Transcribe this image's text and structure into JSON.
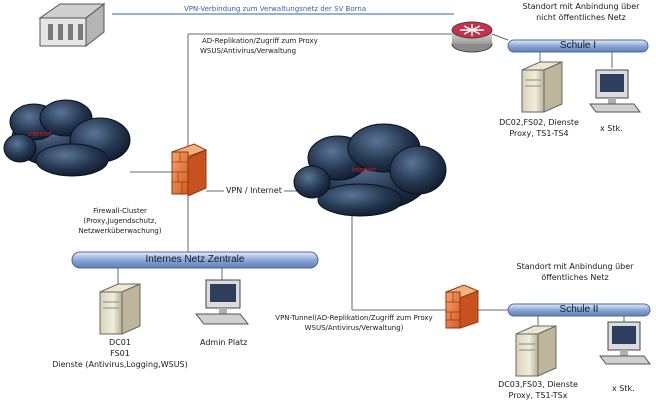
{
  "vpn_verwaltung": "VPN-Verbindung zum Verwaltungsnetz der SV Borna",
  "standort1_line1": "Standort mit Anbindung über",
  "standort1_line2": "nicht öffentliches Netz",
  "ad_line1": "AD-Replikation/Zugriff zum Proxy",
  "ad_line2": "WSUS/Antivirus/Verwaltung",
  "schule1_label": "Schule I",
  "schule1_server_line1": "DC02,FS02, Dienste",
  "schule1_server_line2": "Proxy, TS1-TS4",
  "schule1_clients": "x Stk.",
  "cloud_left_label": "Internet",
  "cloud_center_label": "Internet",
  "vpn_internet": "VPN / Internet",
  "firewall_line1": "Firewall-Cluster",
  "firewall_line2": "(Proxy,Jugendschutz,",
  "firewall_line3": "Netzwerküberwachung)",
  "intern_label": "Internes Netz Zentrale",
  "standort2_line1": "Standort mit Anbindung über",
  "standort2_line2": "öffentliches Netz",
  "zentral_server_line1": "DC01",
  "zentral_server_line2": "FS01",
  "zentral_server_line3": "Dienste (Antivirus,Logging,WSUS)",
  "admin_label": "Admin Platz",
  "vpn_tunnel_line1": "VPN-Tunnel(AD-Replikation/Zugriff zum Proxy",
  "vpn_tunnel_line2": "WSUS/Antivirus/Verwaltung)",
  "schule2_label": "Schule II",
  "schule2_server_line1": "DC03,FS03, Dienste",
  "schule2_server_line2": "Proxy, TS1-TSx",
  "schule2_clients": "x Stk.",
  "colors": {
    "bus": "#8ba7d6",
    "cloud": "#1c2a44",
    "firewall": "#e87a3c",
    "link": "#555555",
    "vpn_line": "#2f63b5"
  }
}
